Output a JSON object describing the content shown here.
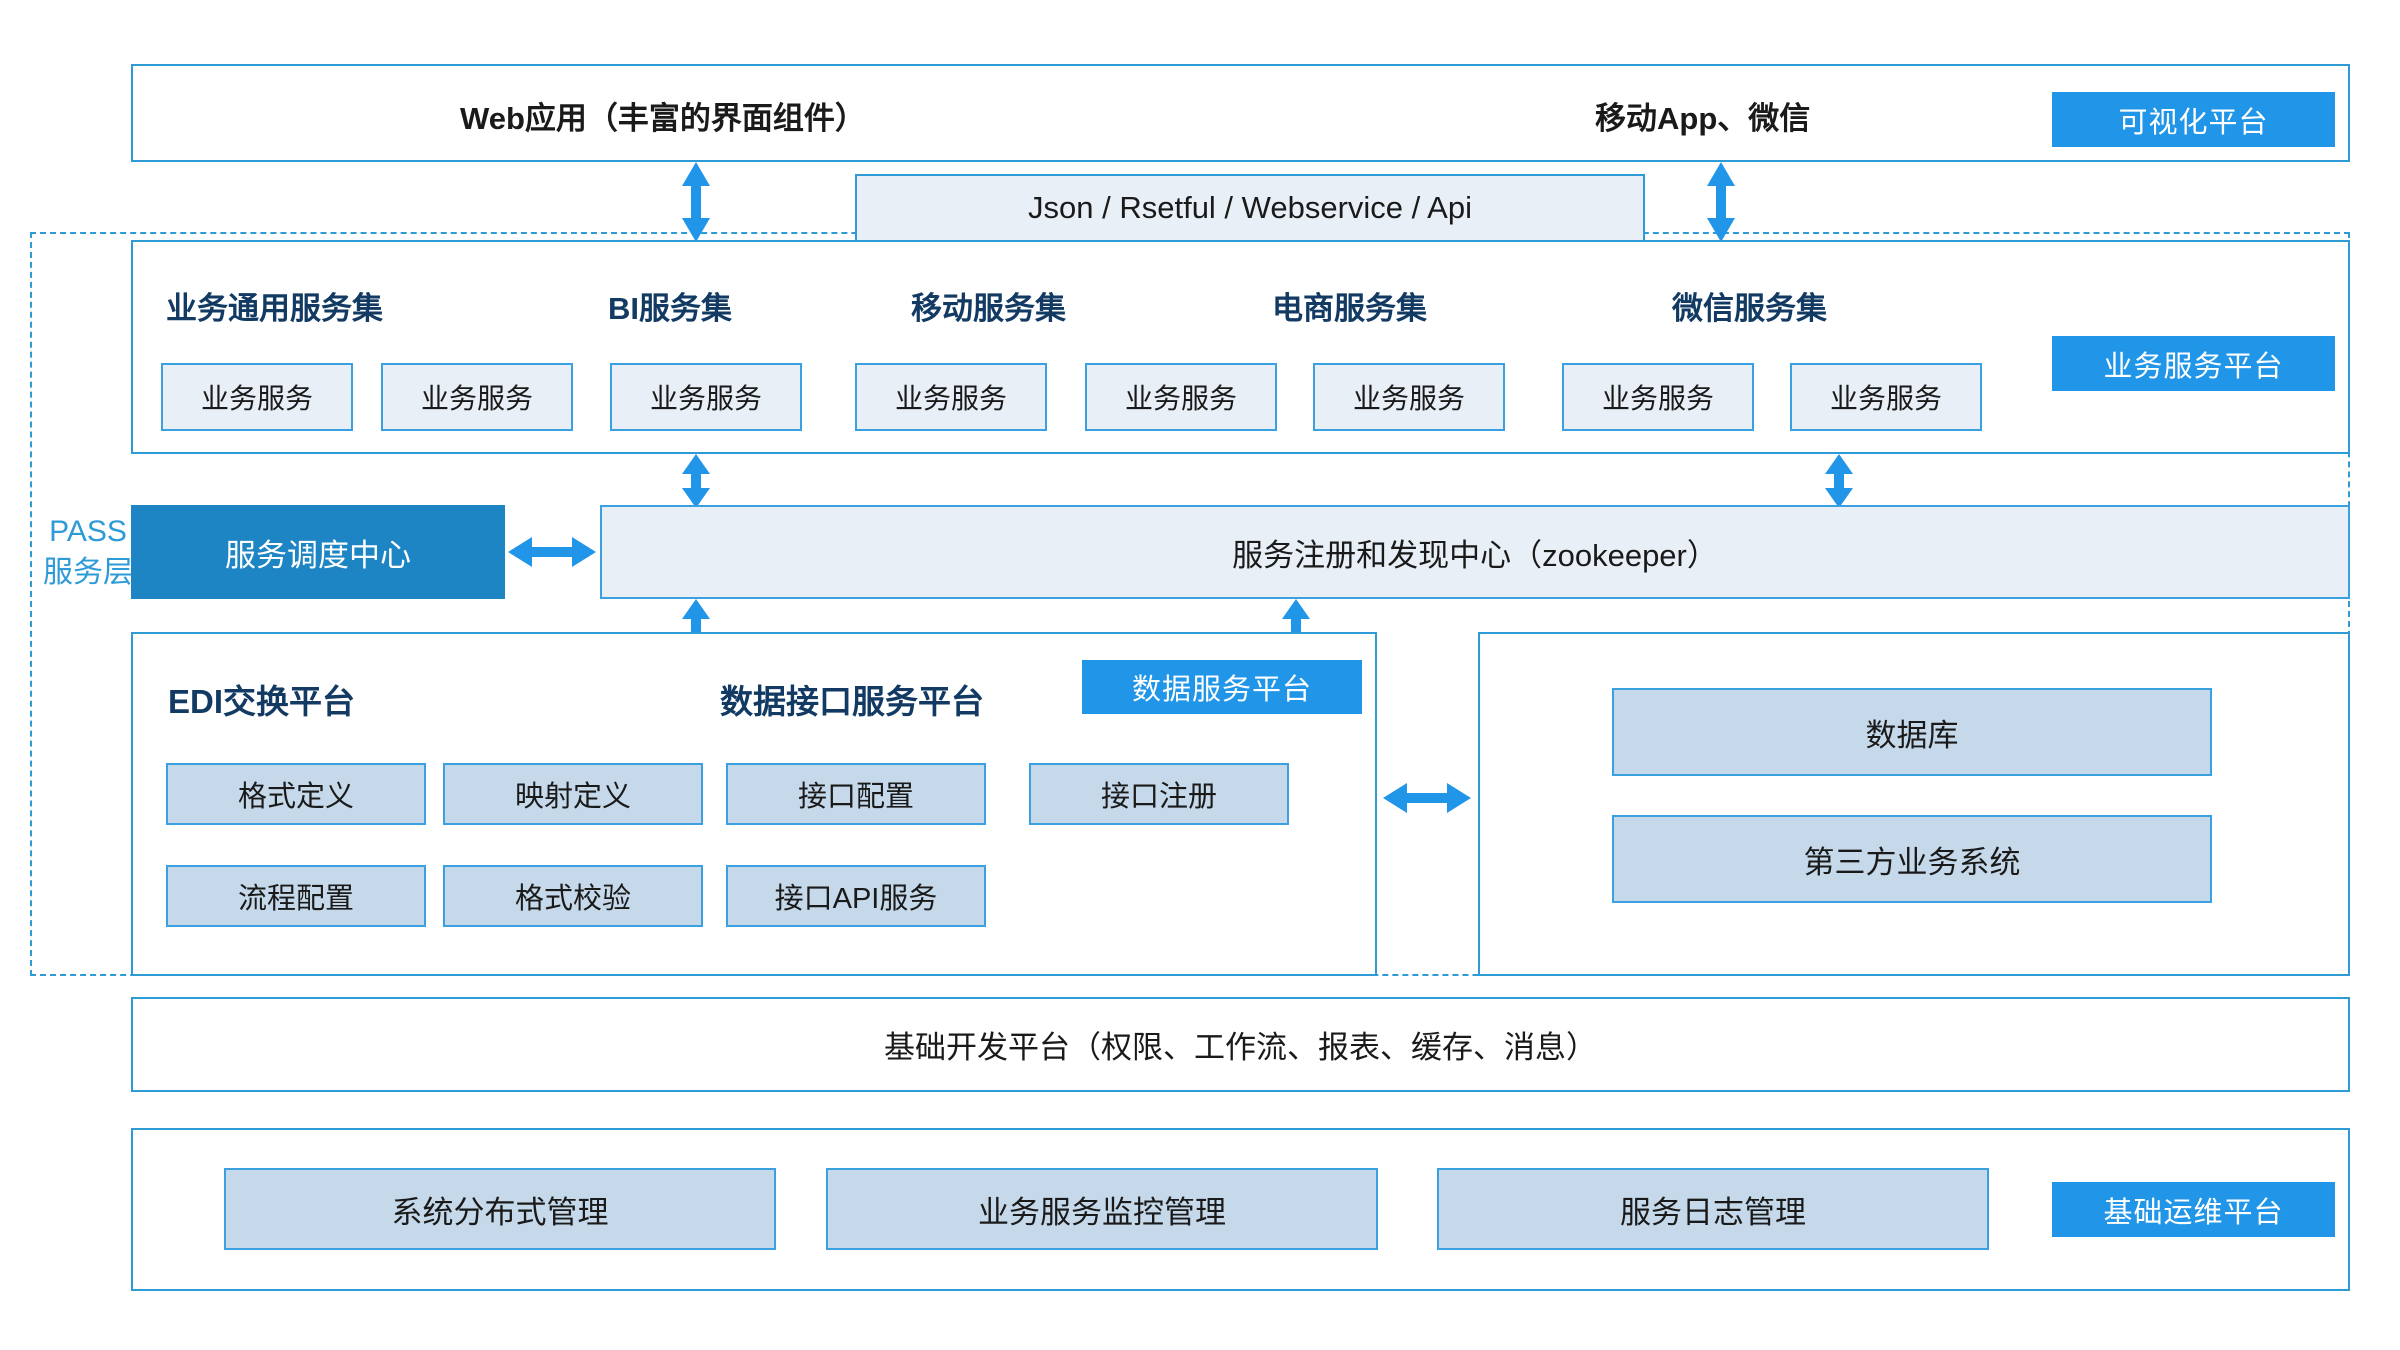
{
  "colors": {
    "accent_blue": "#2196e8",
    "border_blue": "#2e9bd6",
    "tile_fill": "#e8eff7",
    "tile_steel_fill": "#c6d9ea",
    "solid_blue": "#1e85c4",
    "header_navy": "#123a63"
  },
  "presentation_layer": {
    "web_app_label": "Web应用（丰富的界面组件）",
    "mobile_label": "移动App、微信",
    "badge": "可视化平台"
  },
  "api_bar": {
    "label": "Json / Rsetful / Webservice / Api"
  },
  "pass_layer": {
    "label_line1": "PASS",
    "label_line2": "服务层"
  },
  "service_platform": {
    "badge": "业务服务平台",
    "groups": [
      {
        "title": "业务通用服务集",
        "services": [
          "业务服务",
          "业务服务"
        ]
      },
      {
        "title": "BI服务集",
        "services": [
          "业务服务"
        ]
      },
      {
        "title": "移动服务集",
        "services": [
          "业务服务",
          "业务服务"
        ]
      },
      {
        "title": "电商服务集",
        "services": [
          "业务服务"
        ]
      },
      {
        "title": "微信服务集",
        "services": [
          "业务服务",
          "业务服务"
        ]
      }
    ],
    "service_tiles": [
      "业务服务",
      "业务服务",
      "业务服务",
      "业务服务",
      "业务服务",
      "业务服务",
      "业务服务",
      "业务服务"
    ]
  },
  "registry_row": {
    "dispatch_center": "服务调度中心",
    "registry_center": "服务注册和发现中心（zookeeper）"
  },
  "data_platform": {
    "badge": "数据服务平台",
    "edi_title": "EDI交换平台",
    "api_title": "数据接口服务平台",
    "edi_tiles_row1": [
      "格式定义",
      "映射定义"
    ],
    "edi_tiles_row2": [
      "流程配置",
      "格式校验"
    ],
    "api_tiles_row1": [
      "接口配置",
      "接口注册"
    ],
    "api_tiles_row2": [
      "接口API服务"
    ]
  },
  "storage_panel": {
    "items": [
      "数据库",
      "第三方业务系统"
    ]
  },
  "base_dev_platform": {
    "label": "基础开发平台（权限、工作流、报表、缓存、消息）"
  },
  "ops_platform": {
    "badge": "基础运维平台",
    "items": [
      "系统分布式管理",
      "业务服务监控管理",
      "服务日志管理"
    ]
  }
}
